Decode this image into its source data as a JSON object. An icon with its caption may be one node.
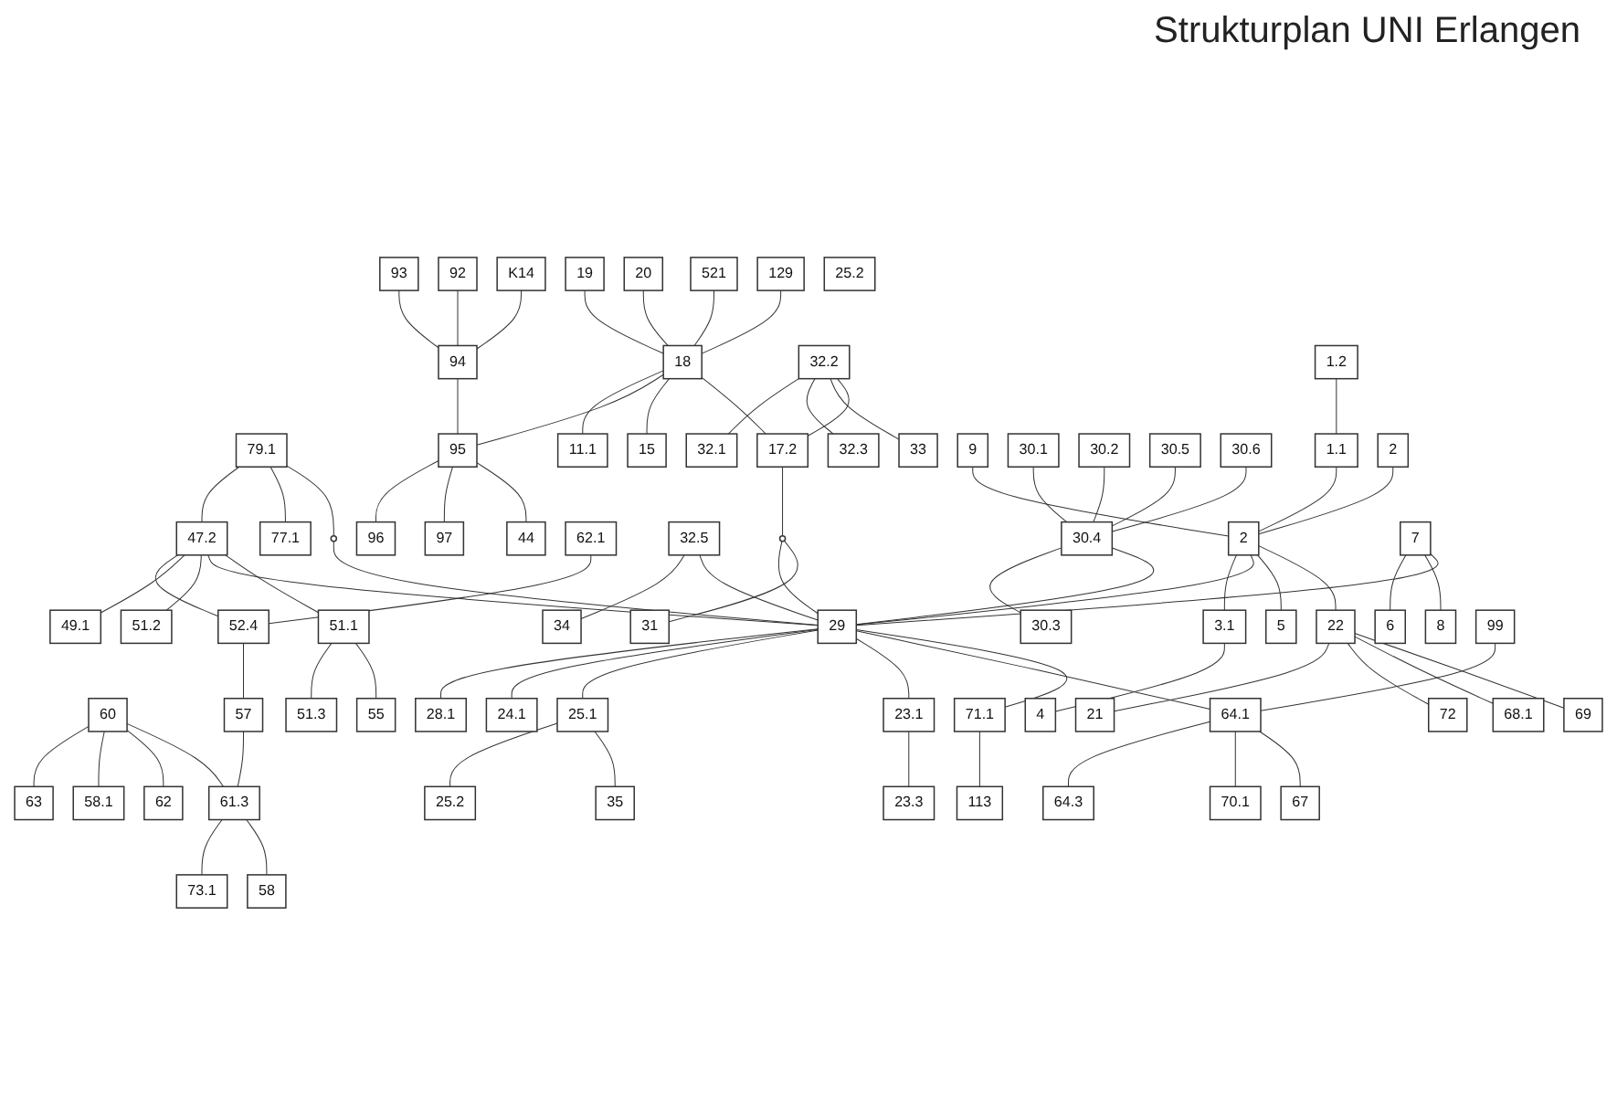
{
  "diagram": {
    "title": "Strukturplan UNI Erlangen",
    "nodes": [
      {
        "text": [
          "93"
        ]
      },
      {
        "text": [
          "94"
        ]
      },
      {
        "text": [
          "92"
        ]
      },
      {
        "text": [
          "K14"
        ]
      },
      {
        "text": [
          "19"
        ]
      },
      {
        "text": [
          "20"
        ]
      },
      {
        "text": [
          "79.1"
        ]
      },
      {
        "text": [
          "77.1"
        ]
      },
      {
        "text": [
          "96"
        ]
      },
      {
        "text": [
          "95"
        ]
      },
      {
        "text": [
          "97"
        ]
      },
      {
        "text": [
          "44"
        ]
      },
      {
        "text": [
          "521"
        ]
      },
      {
        "text": [
          "129"
        ]
      },
      {
        "text": [
          "18"
        ]
      },
      {
        "text": [
          "11.1"
        ]
      },
      {
        "text": [
          "15"
        ]
      },
      {
        "text": [
          "17.2"
        ]
      },
      {
        "text": [
          "32.2"
        ]
      },
      {
        "text": [
          "32.1"
        ]
      },
      {
        "text": [
          "32.3"
        ]
      },
      {
        "text": [
          "33"
        ]
      },
      {
        "text": [],
        "shape": "circle"
      },
      {
        "text": [],
        "shape": "circle"
      },
      {
        "text": [
          "63"
        ]
      },
      {
        "text": [
          "58.1"
        ]
      },
      {
        "text": [
          "60"
        ]
      },
      {
        "text": [
          "62"
        ]
      },
      {
        "text": [
          "62.1"
        ]
      },
      {
        "text": [
          "52.4"
        ]
      },
      {
        "text": [
          "57"
        ]
      },
      {
        "text": [
          "61.3"
        ]
      },
      {
        "text": [
          "73.1"
        ]
      },
      {
        "text": [
          "58"
        ]
      },
      {
        "text": [
          "9"
        ]
      },
      {
        "text": [
          "1.2"
        ]
      },
      {
        "text": [
          "32.5"
        ]
      },
      {
        "text": [
          "34"
        ]
      },
      {
        "text": [
          "31"
        ]
      },
      {
        "text": [
          "47.2"
        ]
      },
      {
        "text": [
          "30.1"
        ]
      },
      {
        "text": [
          "30.2"
        ]
      },
      {
        "text": [
          "30.5"
        ]
      },
      {
        "text": [
          "30.6"
        ]
      },
      {
        "text": [
          "1.1"
        ]
      },
      {
        "text": [
          "49.1"
        ]
      },
      {
        "text": [
          "30.4"
        ]
      },
      {
        "text": [
          "30.3"
        ]
      },
      {
        "text": [
          "51.2"
        ]
      },
      {
        "text": [
          "2"
        ]
      },
      {
        "text": [
          "2"
        ]
      },
      {
        "text": [
          "29"
        ]
      },
      {
        "text": [
          "28.1"
        ]
      },
      {
        "text": [
          "5"
        ]
      },
      {
        "text": [
          "6"
        ]
      },
      {
        "text": [
          "7"
        ]
      },
      {
        "text": [
          "8"
        ]
      },
      {
        "text": [
          "24.1"
        ]
      },
      {
        "text": [
          "25.1"
        ]
      },
      {
        "text": [
          "25.2"
        ]
      },
      {
        "text": [
          "35"
        ]
      },
      {
        "text": [
          "51.1"
        ]
      },
      {
        "text": [
          "51.3"
        ]
      },
      {
        "text": [
          "3.1"
        ]
      },
      {
        "text": [
          "55"
        ]
      },
      {
        "text": [
          "4"
        ]
      },
      {
        "text": [
          "21"
        ]
      },
      {
        "text": [
          "22"
        ]
      },
      {
        "text": [
          "72"
        ]
      },
      {
        "text": [
          "23.1"
        ]
      },
      {
        "text": [
          "23.3"
        ]
      },
      {
        "text": [
          "99"
        ]
      },
      {
        "text": [
          "64.3"
        ]
      },
      {
        "text": [
          "64.1"
        ]
      },
      {
        "text": [
          "67"
        ]
      },
      {
        "text": [
          "71.1"
        ]
      },
      {
        "text": [
          "68.1"
        ]
      },
      {
        "text": [
          "69"
        ]
      },
      {
        "text": [
          "70.1"
        ]
      },
      {
        "text": [
          "113"
        ]
      },
      {
        "text": [
          "25.2"
        ]
      }
    ],
    "edges": [
      {
        "from": 0,
        "to": 1,
        "arrow": "none"
      },
      {
        "from": 2,
        "to": 1,
        "arrow": "none"
      },
      {
        "from": 3,
        "to": 1,
        "arrow": "none"
      },
      {
        "from": 1,
        "to": 9,
        "arrow": "none"
      },
      {
        "from": 6,
        "to": 39,
        "arrow": "none"
      },
      {
        "from": 4,
        "to": 14,
        "arrow": "none"
      },
      {
        "from": 5,
        "to": 14,
        "arrow": "none"
      },
      {
        "from": 12,
        "to": 14,
        "arrow": "none"
      },
      {
        "from": 13,
        "to": 14,
        "arrow": "none"
      },
      {
        "from": 14,
        "to": 15,
        "arrow": "none"
      },
      {
        "from": 14,
        "to": 9,
        "arrow": "none"
      },
      {
        "from": 14,
        "to": 16,
        "arrow": "none"
      },
      {
        "from": 14,
        "to": 17,
        "arrow": "none"
      },
      {
        "from": 6,
        "to": 7,
        "arrow": "none"
      },
      {
        "from": 9,
        "to": 8,
        "arrow": "none"
      },
      {
        "from": 9,
        "to": 10,
        "arrow": "none"
      },
      {
        "from": 9,
        "to": 11,
        "arrow": "none"
      },
      {
        "from": 6,
        "to": 22,
        "arrow": "none"
      },
      {
        "from": 22,
        "to": 51,
        "arrow": "none"
      },
      {
        "from": 17,
        "to": 23,
        "arrow": "none"
      },
      {
        "from": 23,
        "to": 51,
        "arrow": "none"
      },
      {
        "from": 23,
        "to": 38,
        "arrow": "none"
      },
      {
        "from": 18,
        "to": 19,
        "arrow": "none"
      },
      {
        "from": 18,
        "to": 20,
        "arrow": "none"
      },
      {
        "from": 18,
        "to": 21,
        "arrow": "none"
      },
      {
        "from": 18,
        "to": 17,
        "arrow": "none"
      },
      {
        "from": 36,
        "to": 37,
        "arrow": "none"
      },
      {
        "from": 36,
        "to": 51,
        "arrow": "none"
      },
      {
        "from": 40,
        "to": 46,
        "arrow": "none"
      },
      {
        "from": 41,
        "to": 46,
        "arrow": "none"
      },
      {
        "from": 42,
        "to": 46,
        "arrow": "none"
      },
      {
        "from": 43,
        "to": 46,
        "arrow": "none"
      },
      {
        "from": 46,
        "to": 47,
        "arrow": "none"
      },
      {
        "from": 46,
        "to": 51,
        "arrow": "none"
      },
      {
        "from": 26,
        "to": 24,
        "arrow": "none"
      },
      {
        "from": 26,
        "to": 25,
        "arrow": "none"
      },
      {
        "from": 26,
        "to": 27,
        "arrow": "none"
      },
      {
        "from": 26,
        "to": 31,
        "arrow": "none"
      },
      {
        "from": 28,
        "to": 29,
        "arrow": "none"
      },
      {
        "from": 29,
        "to": 30,
        "arrow": "none"
      },
      {
        "from": 30,
        "to": 31,
        "arrow": "none"
      },
      {
        "from": 31,
        "to": 32,
        "arrow": "none"
      },
      {
        "from": 31,
        "to": 33,
        "arrow": "none"
      },
      {
        "from": 39,
        "to": 29,
        "arrow": "none"
      },
      {
        "from": 39,
        "to": 45,
        "arrow": "none"
      },
      {
        "from": 39,
        "to": 48,
        "arrow": "none"
      },
      {
        "from": 39,
        "to": 51,
        "arrow": "none"
      },
      {
        "from": 39,
        "to": 61,
        "arrow": "none"
      },
      {
        "from": 61,
        "to": 62,
        "arrow": "none"
      },
      {
        "from": 61,
        "to": 64,
        "arrow": "none"
      },
      {
        "from": 34,
        "to": 49,
        "arrow": "none"
      },
      {
        "from": 35,
        "to": 44,
        "arrow": "none"
      },
      {
        "from": 44,
        "to": 49,
        "arrow": "none"
      },
      {
        "from": 50,
        "to": 49,
        "arrow": "none"
      },
      {
        "from": 49,
        "to": 63,
        "arrow": "none"
      },
      {
        "from": 63,
        "to": 65,
        "arrow": "none"
      },
      {
        "from": 49,
        "to": 51,
        "arrow": "none"
      },
      {
        "from": 49,
        "to": 53,
        "arrow": "none"
      },
      {
        "from": 49,
        "to": 67,
        "arrow": "none"
      },
      {
        "from": 67,
        "to": 66,
        "arrow": "none"
      },
      {
        "from": 67,
        "to": 68,
        "arrow": "none"
      },
      {
        "from": 67,
        "to": 76,
        "arrow": "none"
      },
      {
        "from": 67,
        "to": 77,
        "arrow": "none"
      },
      {
        "from": 55,
        "to": 54,
        "arrow": "none"
      },
      {
        "from": 55,
        "to": 56,
        "arrow": "none"
      },
      {
        "from": 55,
        "to": 51,
        "arrow": "none"
      },
      {
        "from": 51,
        "to": 52,
        "arrow": "none"
      },
      {
        "from": 51,
        "to": 57,
        "arrow": "none"
      },
      {
        "from": 51,
        "to": 58,
        "arrow": "none"
      },
      {
        "from": 58,
        "to": 59,
        "arrow": "none"
      },
      {
        "from": 58,
        "to": 60,
        "arrow": "none"
      },
      {
        "from": 51,
        "to": 69,
        "arrow": "none"
      },
      {
        "from": 69,
        "to": 70,
        "arrow": "none"
      },
      {
        "from": 51,
        "to": 73,
        "arrow": "none"
      },
      {
        "from": 51,
        "to": 75,
        "arrow": "none"
      },
      {
        "from": 71,
        "to": 73,
        "arrow": "none"
      },
      {
        "from": 73,
        "to": 72,
        "arrow": "none"
      },
      {
        "from": 73,
        "to": 78,
        "arrow": "none"
      },
      {
        "from": 73,
        "to": 74,
        "arrow": "none"
      },
      {
        "from": 75,
        "to": 79,
        "arrow": "none"
      }
    ]
  }
}
